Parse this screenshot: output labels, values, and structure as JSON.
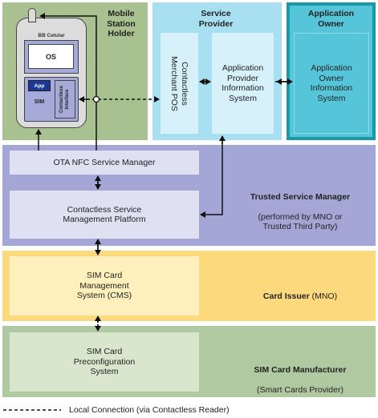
{
  "mobile_station_holder": {
    "title": "Mobile\nStation\nHolder",
    "phone": {
      "brand": "BB Celular",
      "screen": "OS",
      "app": "App",
      "sim": "SIM",
      "contactless_interface": "Contactless\nInterface"
    }
  },
  "service_provider": {
    "title": "Service\nProvider",
    "merchant_pos": "Contactless\nMerchant POS",
    "info_system": "Application\nProvider\nInformation\nSystem"
  },
  "application_owner": {
    "title": "Application\nOwner",
    "info_system": "Application\nOwner\nInformation\nSystem"
  },
  "tsm": {
    "title": "Trusted Service Manager",
    "subtitle": "(performed by MNO or\nTrusted Third Party)",
    "ota_manager": "OTA NFC Service Manager",
    "platform": "Contactless Service\nManagement Platform"
  },
  "card_issuer": {
    "title": "Card Issuer",
    "suffix": " (MNO)",
    "cms": "SIM Card\nManagement\nSystem (CMS)"
  },
  "sim_manufacturer": {
    "title": "SIM Card Manufacturer",
    "subtitle": "(Smart Cards Provider)",
    "preconfig": "SIM Card\nPreconfiguration\nSystem"
  },
  "legend": {
    "local_connection": "Local Connection (via Contactless Reader)"
  },
  "colors": {
    "holder_bg": "#a9c090",
    "sp_bg": "#a8dff1",
    "sp_inner": "#d7f1fa",
    "owner_border": "#1b98a8",
    "owner_inner": "#56c5da",
    "tsm_bg": "#a4a7d6",
    "tsm_inner": "#dfe0f1",
    "issuer_bg": "#fbd97c",
    "issuer_inner": "#fdf0bd",
    "mfr_bg": "#b0c9a1",
    "mfr_inner": "#d7e6cd",
    "phone_body": "#dcdcdc",
    "phone_panel": "#a5aad8",
    "phone_app": "#1c3896"
  }
}
